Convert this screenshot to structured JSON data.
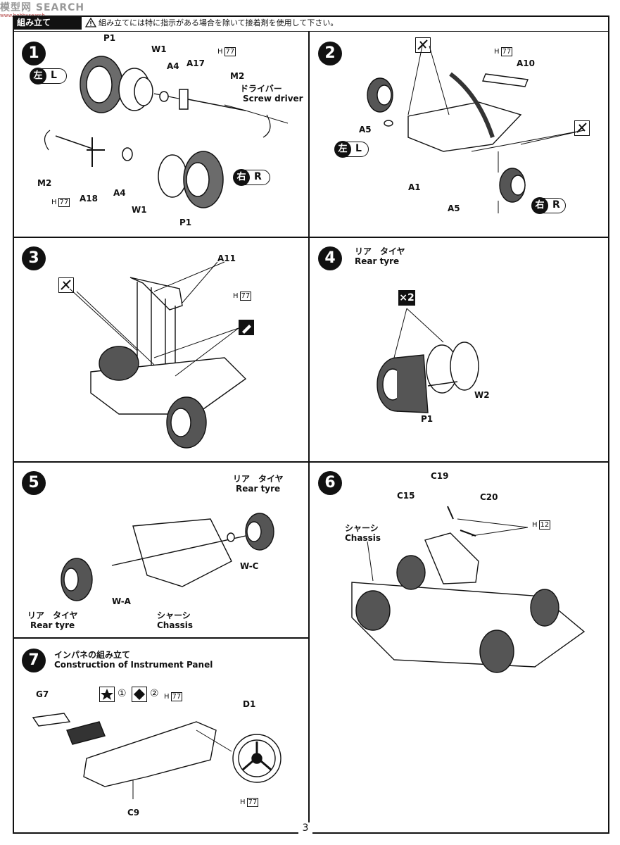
{
  "watermark": {
    "brand": "模型网",
    "suffix": "SEARCH",
    "url": "www.hobbysearch"
  },
  "header": {
    "tab": "組み立て",
    "warning": "組み立てには特に指示がある場合を除いて接着剤を使用して下さい。"
  },
  "steps": [
    {
      "num": "1",
      "side_left_kanji": "左",
      "side_left": "L",
      "side_right_kanji": "右",
      "side_right": "R",
      "parts": {
        "p1_top": "P1",
        "w1_top": "W1",
        "a4_top": "A4",
        "a17": "A17",
        "h_top": "H",
        "h_top_num": "77",
        "m2_top": "M2",
        "driver_jp": "ドライバー",
        "driver_en": "Screw driver",
        "m2_bottom": "M2",
        "h_bottom": "H",
        "h_bottom_num": "77",
        "a18": "A18",
        "a4_bottom": "A4",
        "w1_bottom": "W1",
        "p1_bottom": "P1"
      }
    },
    {
      "num": "2",
      "side_left_kanji": "左",
      "side_left": "L",
      "side_right_kanji": "右",
      "side_right": "R",
      "parts": {
        "h": "H",
        "h_num": "77",
        "a10": "A10",
        "a5_top": "A5",
        "a1": "A1",
        "a5_bottom": "A5"
      }
    },
    {
      "num": "3",
      "parts": {
        "a11": "A11",
        "h": "H",
        "h_num": "77"
      }
    },
    {
      "num": "4",
      "title_jp": "リア　タイヤ",
      "title_en": "Rear tyre",
      "qty": "×2",
      "parts": {
        "w2": "W2",
        "p1": "P1"
      }
    },
    {
      "num": "5",
      "parts": {
        "rear_jp_top": "リア　タイヤ",
        "rear_en_top": "Rear tyre",
        "wc": "W-C",
        "wa": "W-A",
        "chassis_jp": "シャーシ",
        "chassis_en": "Chassis",
        "rear_jp_bottom": "リア　タイヤ",
        "rear_en_bottom": "Rear tyre"
      }
    },
    {
      "num": "6",
      "parts": {
        "c19": "C19",
        "c15": "C15",
        "c20": "C20",
        "h": "H",
        "h_num": "12",
        "chassis_jp": "シャーシ",
        "chassis_en": "Chassis"
      }
    },
    {
      "num": "7",
      "title_jp": "インパネの組み立て",
      "title_en": "Construction of Instrument Panel",
      "parts": {
        "g7": "G7",
        "paint1": "①",
        "paint2": "②",
        "h_top": "H",
        "h_top_num": "77",
        "d1": "D1",
        "c9": "C9",
        "h_bottom": "H",
        "h_bottom_num": "77"
      }
    }
  ],
  "page_number": "3"
}
